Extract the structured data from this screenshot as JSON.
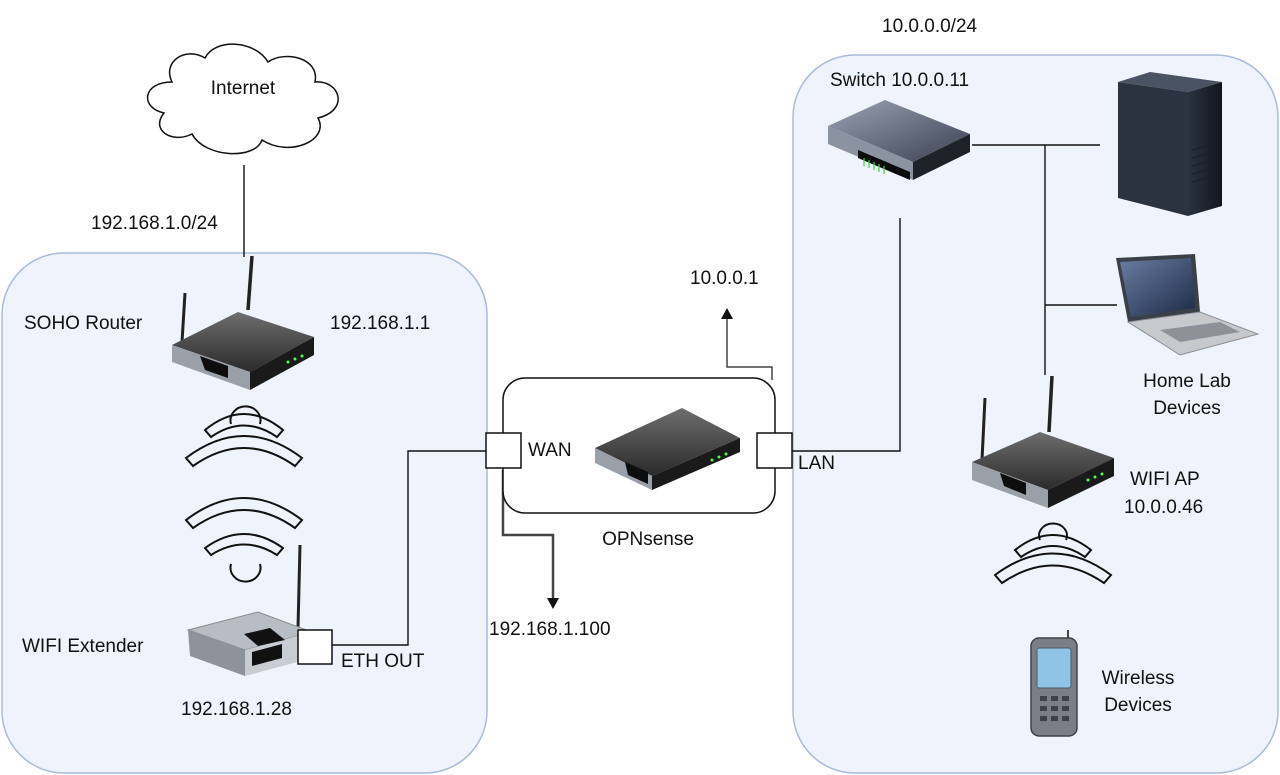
{
  "network": {
    "internet": {
      "label": "Internet"
    },
    "wan_subnet": "192.168.1.0/24",
    "lan_subnet": "10.0.0.0/24",
    "soho_router": {
      "label": "SOHO Router",
      "ip": "192.168.1.1"
    },
    "wifi_extender": {
      "label": "WIFI Extender",
      "ip": "192.168.1.28",
      "port_label": "ETH OUT"
    },
    "opnsense": {
      "label": "OPNsense",
      "wan_port": "WAN",
      "lan_port": "LAN",
      "wan_ip": "192.168.1.100",
      "lan_ip": "10.0.0.1"
    },
    "switch": {
      "label": "Switch 10.0.0.11"
    },
    "home_lab": {
      "label_line1": "Home Lab",
      "label_line2": "Devices"
    },
    "wifi_ap": {
      "label_line1": "WIFI AP",
      "label_line2": "10.0.0.46"
    },
    "wireless_devices": {
      "label_line1": "Wireless",
      "label_line2": "Devices"
    }
  },
  "colors": {
    "zone_fill": "#eef3fc",
    "zone_stroke": "#a9bcd6",
    "device_dark": "#1f1f1f",
    "device_gray": "#8a8a8a",
    "line": "#111111"
  },
  "icons": [
    "cloud-icon",
    "router-icon",
    "wifi-signal-icon",
    "extender-icon",
    "firewall-icon",
    "switch-icon",
    "tower-pc-icon",
    "laptop-icon",
    "phone-icon"
  ]
}
